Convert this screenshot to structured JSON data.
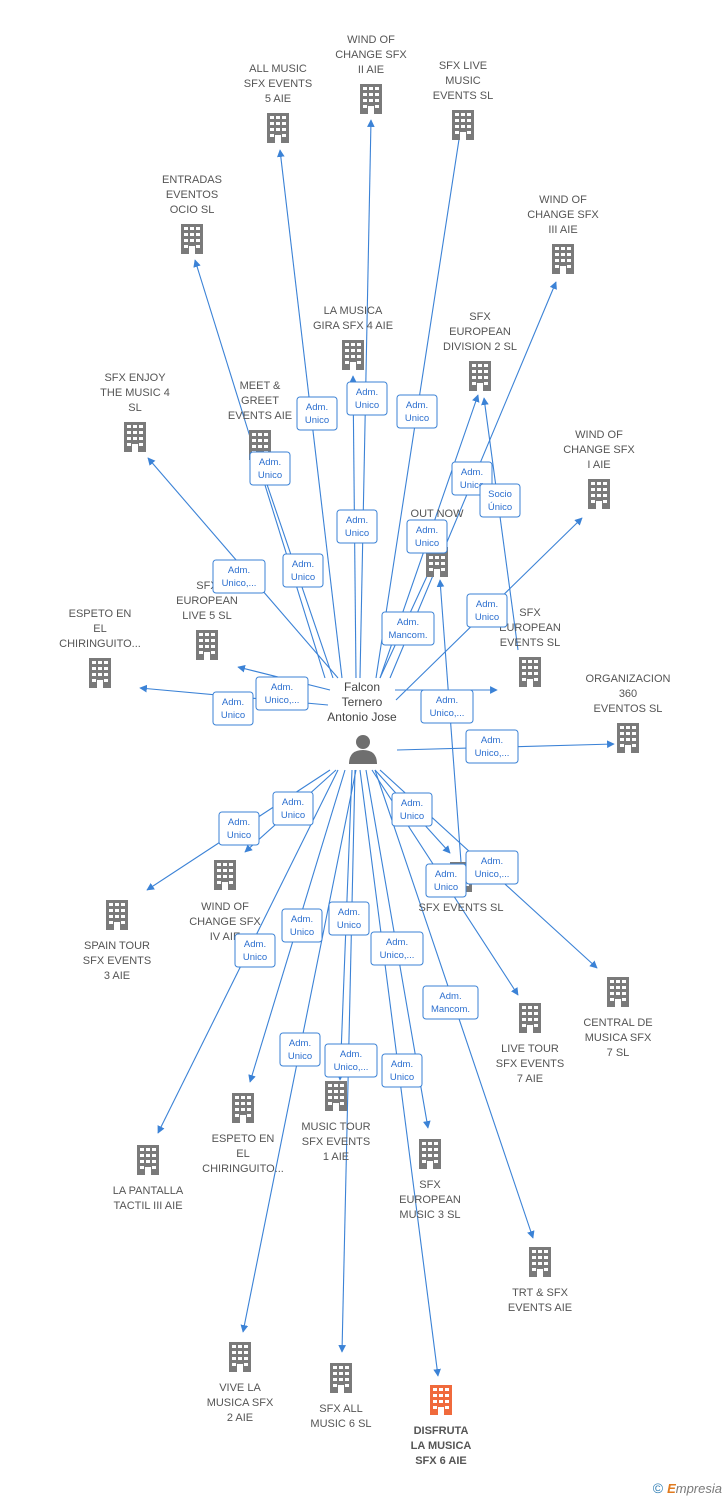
{
  "colors": {
    "edge": "#3b82d6",
    "building": "#7a7a7a",
    "building_highlight": "#f06a3c",
    "person": "#6f6f6f",
    "label": "#555555"
  },
  "person": {
    "lines": [
      "Falcon",
      "Ternero",
      "Antonio Jose"
    ],
    "icon": "person-icon"
  },
  "companies": [
    {
      "id": "all-music-5",
      "lines": [
        "ALL MUSIC",
        "SFX EVENTS",
        "5  AIE"
      ]
    },
    {
      "id": "wind-2",
      "lines": [
        "WIND OF",
        "CHANGE SFX",
        "II AIE"
      ]
    },
    {
      "id": "sfx-live",
      "lines": [
        "SFX LIVE",
        "MUSIC",
        "EVENTS  SL"
      ]
    },
    {
      "id": "entradas",
      "lines": [
        "ENTRADAS",
        "EVENTOS",
        "OCIO  SL"
      ]
    },
    {
      "id": "wind-3",
      "lines": [
        "WIND OF",
        "CHANGE SFX",
        "III AIE"
      ]
    },
    {
      "id": "la-musica-4",
      "lines": [
        "LA MUSICA",
        "GIRA SFX 4  AIE"
      ]
    },
    {
      "id": "sfx-div-2",
      "lines": [
        "SFX",
        "EUROPEAN",
        "DIVISION 2  SL"
      ]
    },
    {
      "id": "enjoy-4",
      "lines": [
        "SFX ENJOY",
        "THE MUSIC 4",
        "SL"
      ]
    },
    {
      "id": "meet-greet",
      "lines": [
        "MEET &",
        "GREET",
        "EVENTS AIE"
      ]
    },
    {
      "id": "wind-1",
      "lines": [
        "WIND OF",
        "CHANGE SFX",
        "I AIE"
      ]
    },
    {
      "id": "out-now",
      "lines": [
        "OUT NOW",
        "IE"
      ]
    },
    {
      "id": "espeto-1",
      "lines": [
        "ESPETO EN",
        "EL",
        "CHIRINGUITO..."
      ]
    },
    {
      "id": "sfx-live-5",
      "lines": [
        "SFX",
        "EUROPEAN",
        "LIVE 5  SL"
      ]
    },
    {
      "id": "sfx-eur-events",
      "lines": [
        "SFX",
        "EUROPEAN",
        "EVENTS  SL"
      ]
    },
    {
      "id": "org-360",
      "lines": [
        "ORGANIZACION",
        "360",
        "EVENTOS  SL"
      ]
    },
    {
      "id": "wind-4",
      "lines": [
        "WIND OF",
        "CHANGE SFX",
        "IV AIE"
      ]
    },
    {
      "id": "spain-tour-3",
      "lines": [
        "SPAIN TOUR",
        "SFX EVENTS",
        "3  AIE"
      ]
    },
    {
      "id": "sfx-events",
      "lines": [
        "SFX EVENTS  SL"
      ]
    },
    {
      "id": "central",
      "lines": [
        "CENTRAL DE",
        "MUSICA SFX",
        "7  SL"
      ]
    },
    {
      "id": "live-tour-7",
      "lines": [
        "LIVE TOUR",
        "SFX EVENTS",
        "7  AIE"
      ]
    },
    {
      "id": "espeto-2",
      "lines": [
        "ESPETO EN",
        "EL",
        "CHIRINGUITO..."
      ]
    },
    {
      "id": "music-tour-1",
      "lines": [
        "MUSIC TOUR",
        "SFX EVENTS",
        "1  AIE"
      ]
    },
    {
      "id": "pantalla",
      "lines": [
        "LA PANTALLA",
        "TACTIL III  AIE"
      ]
    },
    {
      "id": "sfx-music-3",
      "lines": [
        "SFX",
        "EUROPEAN",
        "MUSIC 3  SL"
      ]
    },
    {
      "id": "trt",
      "lines": [
        "TRT & SFX",
        "EVENTS AIE"
      ]
    },
    {
      "id": "vive-2",
      "lines": [
        "VIVE LA",
        "MUSICA SFX",
        "2  AIE"
      ]
    },
    {
      "id": "all-music-6",
      "lines": [
        "SFX ALL",
        "MUSIC 6  SL"
      ]
    },
    {
      "id": "disfruta-6",
      "lines": [
        "DISFRUTA",
        "LA MUSICA",
        "SFX 6  AIE"
      ],
      "highlight": true
    }
  ],
  "roles": [
    {
      "lines": [
        "Adm.",
        "Unico"
      ]
    },
    {
      "lines": [
        "Adm.",
        "Unico"
      ]
    },
    {
      "lines": [
        "Adm.",
        "Unico"
      ]
    },
    {
      "lines": [
        "Adm.",
        "Unico"
      ]
    },
    {
      "lines": [
        "Adm.",
        "Unico"
      ]
    },
    {
      "lines": [
        "Socio",
        "Único"
      ]
    },
    {
      "lines": [
        "Adm.",
        "Unico"
      ]
    },
    {
      "lines": [
        "Adm.",
        "Unico"
      ]
    },
    {
      "lines": [
        "Adm.",
        "Unico,..."
      ]
    },
    {
      "lines": [
        "Adm.",
        "Unico"
      ]
    },
    {
      "lines": [
        "Adm.",
        "Mancom."
      ]
    },
    {
      "lines": [
        "Adm.",
        "Unico"
      ]
    },
    {
      "lines": [
        "Adm.",
        "Unico,..."
      ]
    },
    {
      "lines": [
        "Adm.",
        "Unico"
      ]
    },
    {
      "lines": [
        "Adm.",
        "Unico,..."
      ]
    },
    {
      "lines": [
        "Adm.",
        "Unico,..."
      ]
    },
    {
      "lines": [
        "Adm.",
        "Unico"
      ]
    },
    {
      "lines": [
        "Adm.",
        "Unico"
      ]
    },
    {
      "lines": [
        "Adm.",
        "Unico"
      ]
    },
    {
      "lines": [
        "Adm.",
        "Unico,..."
      ]
    },
    {
      "lines": [
        "Adm.",
        "Unico"
      ]
    },
    {
      "lines": [
        "Adm.",
        "Unico"
      ]
    },
    {
      "lines": [
        "Adm.",
        "Unico"
      ]
    },
    {
      "lines": [
        "Adm.",
        "Unico"
      ]
    },
    {
      "lines": [
        "Adm.",
        "Unico,..."
      ]
    },
    {
      "lines": [
        "Adm.",
        "Mancom."
      ]
    },
    {
      "lines": [
        "Adm.",
        "Unico"
      ]
    },
    {
      "lines": [
        "Adm.",
        "Unico,..."
      ]
    },
    {
      "lines": [
        "Adm.",
        "Unico"
      ]
    }
  ],
  "footer": {
    "copyright": "©",
    "brand_first": "E",
    "brand_rest": "mpresia"
  }
}
